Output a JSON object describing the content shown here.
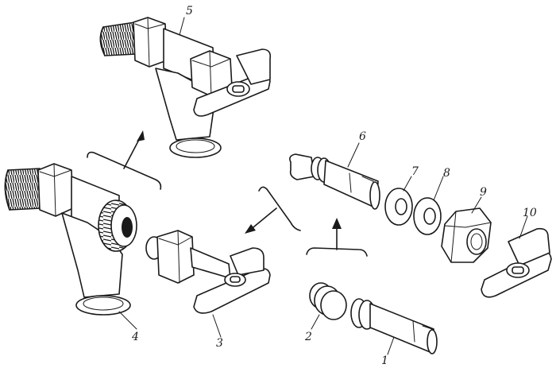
{
  "labels": {
    "part_1": "1",
    "part_2": "2",
    "part_3": "3",
    "part_4": "4",
    "part_5": "5",
    "part_6": "6",
    "part_7": "7",
    "part_8": "8",
    "part_9": "9",
    "part_10": "10"
  }
}
